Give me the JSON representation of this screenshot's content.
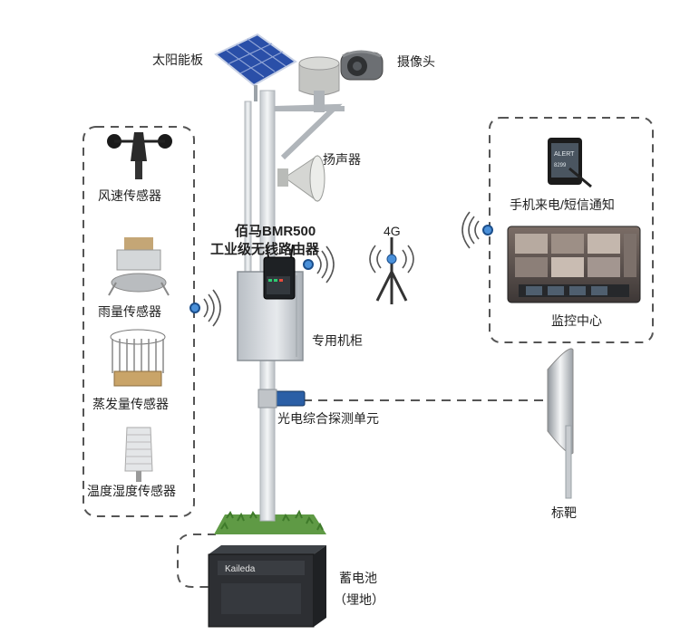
{
  "labels": {
    "solar_panel": "太阳能板",
    "camera": "摄像头",
    "speaker": "扬声器",
    "router_line1": "佰马BMR500",
    "router_line2": "工业级无线路由器",
    "cellular": "4G",
    "cabinet": "专用机柜",
    "photo_unit": "光电综合探测单元",
    "target": "标靶",
    "battery_line1": "蓄电池",
    "battery_line2": "（埋地）",
    "wind_sensor": "风速传感器",
    "rain_sensor": "雨量传感器",
    "evap_sensor": "蒸发量传感器",
    "temp_humidity_sensor": "温度湿度传感器",
    "phone_alert": "手机来电/短信通知",
    "monitor_center": "监控中心"
  },
  "colors": {
    "pole": "#d7dadd",
    "cabinet": "#c9ced3",
    "grass": "#4e8a3a",
    "battery": "#2d2f33",
    "solar": "#2a4fa8",
    "dashed": "#555555"
  }
}
